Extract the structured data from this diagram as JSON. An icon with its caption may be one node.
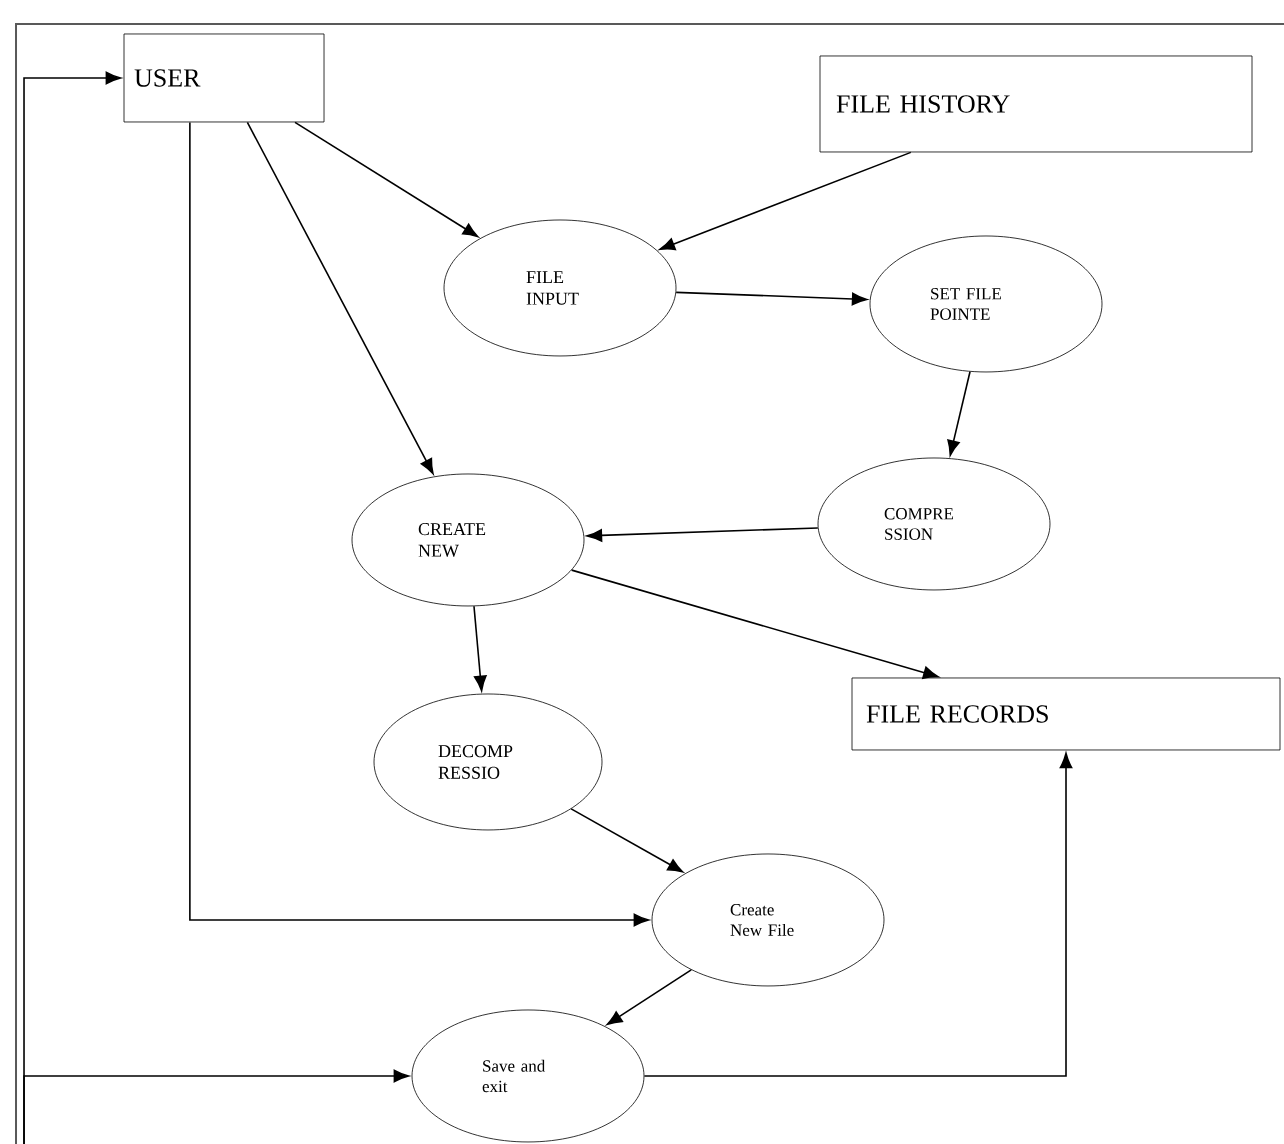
{
  "diagram": {
    "nodes": [
      {
        "text": [
          "USER"
        ]
      },
      {
        "text": [
          "FILE HISTORY"
        ]
      },
      {
        "text": [
          "FILE INPUT"
        ]
      },
      {
        "text": [
          "SET FILE POINTE"
        ]
      },
      {
        "text": [
          "COMPRE SSION"
        ]
      },
      {
        "text": [
          "CREATE NEW"
        ]
      },
      {
        "text": [
          "FILE RECORDS"
        ]
      },
      {
        "text": [
          "DECOMP RESSIO"
        ]
      },
      {
        "text": [
          "Create New File"
        ]
      },
      {
        "text": [
          "Save and exit"
        ]
      }
    ],
    "edges": [
      {
        "from": 0,
        "to": 2,
        "arrow": "to"
      },
      {
        "from": 1,
        "to": 2,
        "arrow": "to"
      },
      {
        "from": 0,
        "to": 5,
        "arrow": "to"
      },
      {
        "from": 2,
        "to": 3,
        "arrow": "to"
      },
      {
        "from": 3,
        "to": 4,
        "arrow": "to"
      },
      {
        "from": 4,
        "to": 5,
        "arrow": "to"
      },
      {
        "from": 5,
        "to": 7,
        "arrow": "to"
      },
      {
        "from": 5,
        "to": 6,
        "arrow": "to"
      },
      {
        "from": 7,
        "to": 8,
        "arrow": "to"
      },
      {
        "from": 0,
        "to": 8,
        "arrow": "to"
      },
      {
        "from": 8,
        "to": 9,
        "arrow": "to"
      },
      {
        "from": 9,
        "to": 6,
        "arrow": "to"
      },
      {
        "from": null,
        "to": 0,
        "arrow": "to"
      },
      {
        "from": null,
        "to": 9,
        "arrow": "to"
      }
    ]
  }
}
